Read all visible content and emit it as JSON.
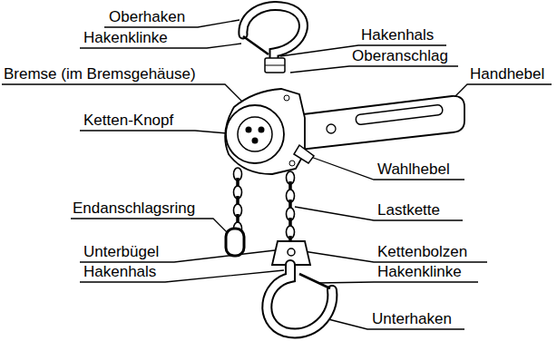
{
  "diagram": {
    "labels": [
      "Oberhaken",
      "Hakenklinke",
      "Hakenhals",
      "Oberanschlag",
      "Bremse (im Bremsgehäuse)",
      "Handhebel",
      "Ketten-Knopf",
      "Wahlhebel",
      "Endanschlagsring",
      "Lastkette",
      "Unterbügel",
      "Kettenbolzen",
      "Hakenhals",
      "Hakenklinke",
      "Unterhaken"
    ]
  }
}
